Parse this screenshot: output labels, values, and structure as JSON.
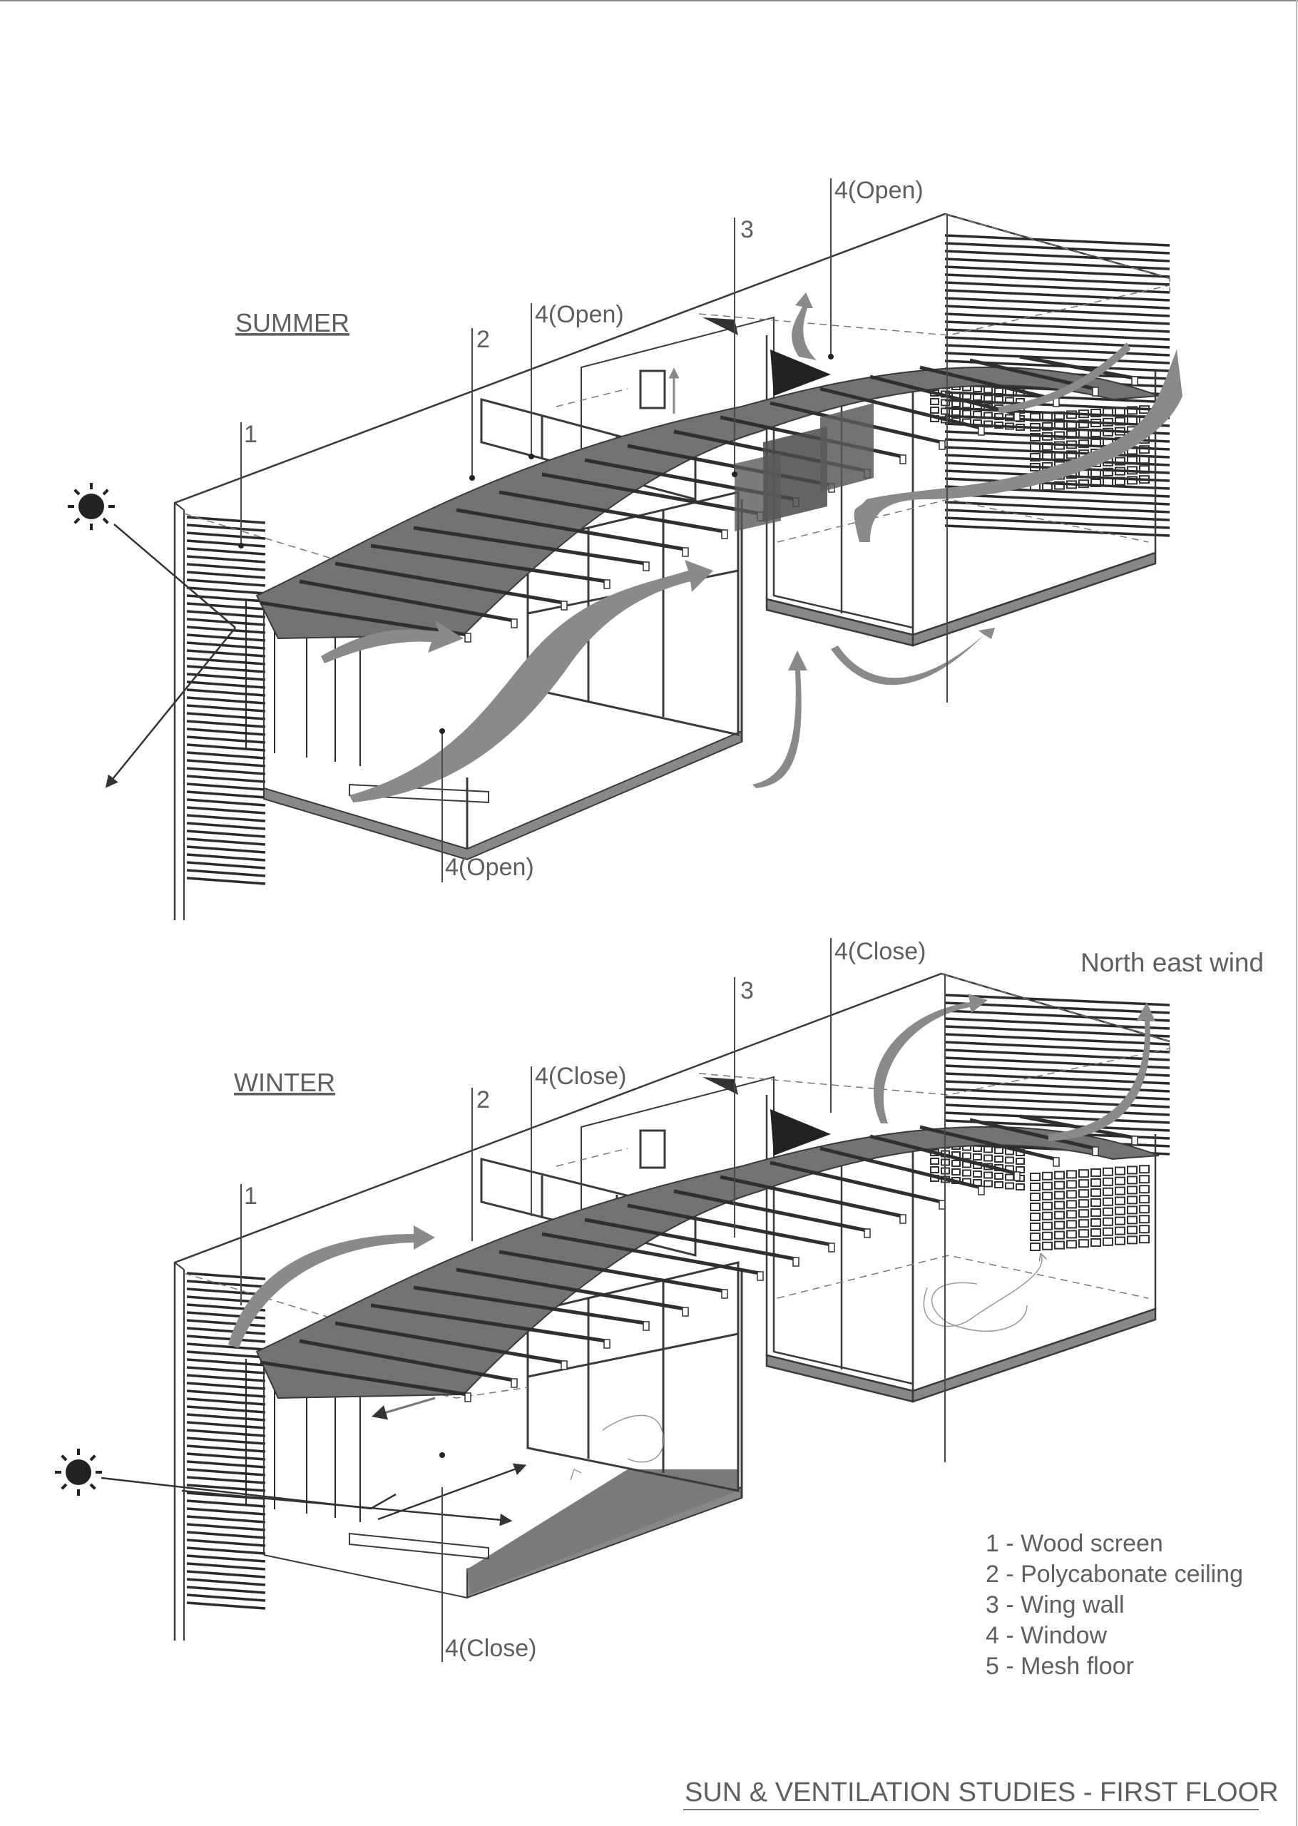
{
  "summer": {
    "heading": "SUMMER",
    "callouts": {
      "screen": "1",
      "ceiling": "2",
      "wingwall": "3",
      "window_upper": "4(Open)",
      "window_mid": "4(Open)",
      "window_lower": "4(Open)"
    }
  },
  "winter": {
    "heading": "WINTER",
    "callouts": {
      "screen": "1",
      "ceiling": "2",
      "wingwall": "3",
      "window_upper": "4(Close)",
      "window_mid": "4(Close)",
      "window_lower": "4(Close)"
    },
    "wind_label": "North east wind"
  },
  "legend": [
    "1 - Wood screen",
    "2 - Polycabonate ceiling",
    "3 - Wing wall",
    "4 - Window",
    "5 - Mesh floor"
  ],
  "sheet_title": "SUN & VENTILATION STUDIES - FIRST FLOOR",
  "colors": {
    "line": "#3a3a3a",
    "label": "#5f5f5f",
    "ceiling": "#6e6e6e",
    "wind_arrow": "#8a8a8a",
    "dark_panel": "#4a4a4a"
  }
}
